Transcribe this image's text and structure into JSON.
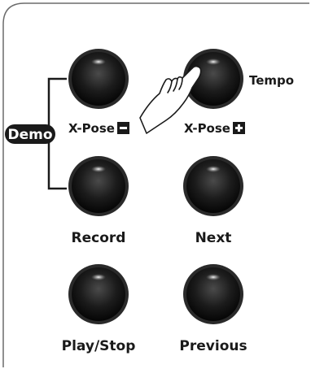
{
  "panel": {
    "demo_badge": "Demo",
    "tempo_label": "Tempo",
    "buttons": [
      {
        "label": "X-Pose",
        "sign": "minus"
      },
      {
        "label": "X-Pose",
        "sign": "plus"
      },
      {
        "label": "Record"
      },
      {
        "label": "Next"
      },
      {
        "label": "Play/Stop"
      },
      {
        "label": "Previous"
      }
    ]
  },
  "colors": {
    "button_dark": "#141414",
    "highlight": "#ffffff",
    "panel_line": "#6b6b6b",
    "ink": "#1a1a1a"
  },
  "icons": [
    "minus-box-icon",
    "plus-box-icon",
    "pressing-hand-icon"
  ]
}
